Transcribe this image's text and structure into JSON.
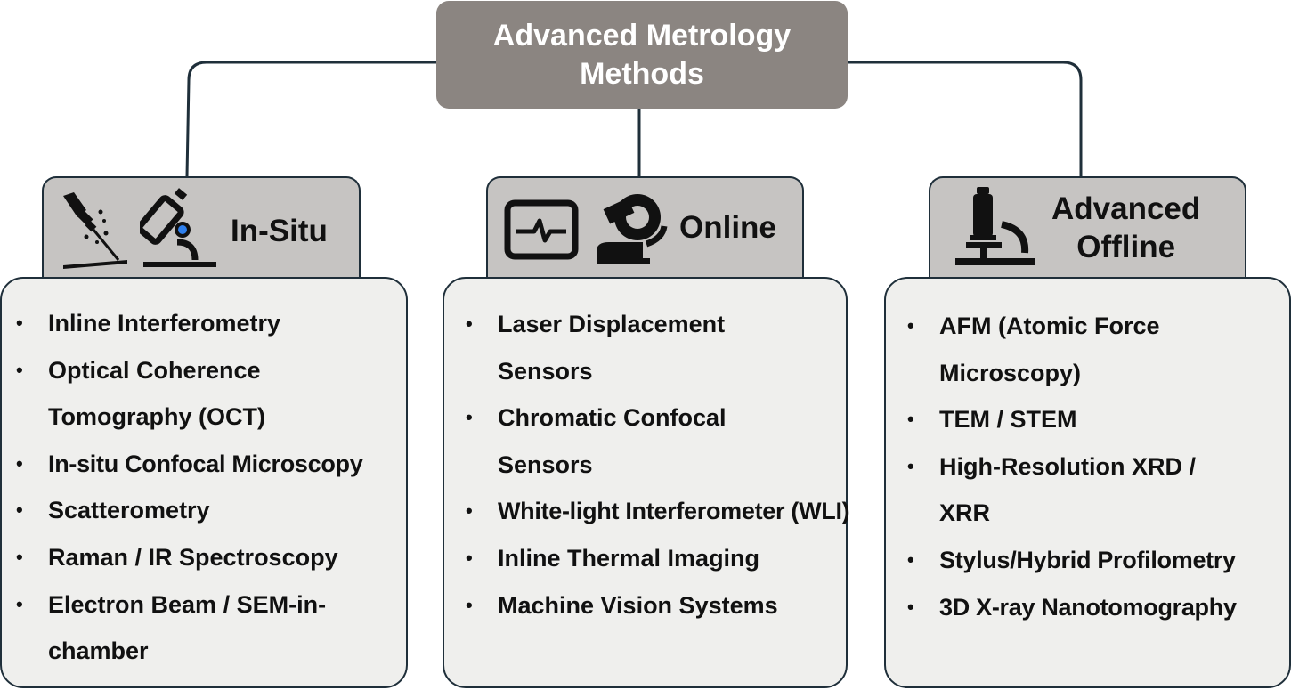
{
  "root": {
    "title_line1": "Advanced Metrology",
    "title_line2": "Methods"
  },
  "columns": [
    {
      "title": "In-Situ",
      "icons": [
        "laser-probe-icon",
        "microscope-icon"
      ],
      "items": [
        "Inline Interferometry",
        "Optical Coherence Tomography (OCT)",
        "In-situ Confocal Microscopy",
        "Scatterometry",
        "Raman / IR Spectroscopy",
        "Electron Beam / SEM-in-chamber"
      ]
    },
    {
      "title": "Online",
      "icons": [
        "monitor-waveform-icon",
        "inspection-camera-icon"
      ],
      "items": [
        "Laser Displacement Sensors",
        "Chromatic Confocal Sensors",
        "White-light Interferometer (WLI)",
        "Inline Thermal Imaging",
        "Machine Vision Systems"
      ]
    },
    {
      "title_line1": "Advanced",
      "title_line2": "Offline",
      "icons": [
        "lab-microscope-icon"
      ],
      "items": [
        "AFM (Atomic Force Microscopy)",
        "TEM / STEM",
        "High-Resolution XRD / XRR",
        "Stylus/Hybrid Profilometry",
        "3D X-ray Nanotomography"
      ]
    }
  ],
  "bullet_glyph": "•",
  "colors": {
    "root_fill": "#8b8581",
    "header_fill": "#c6c4c2",
    "list_fill": "#efefed",
    "stroke": "#1f2f3a",
    "accent_blue": "#2f80ed"
  }
}
